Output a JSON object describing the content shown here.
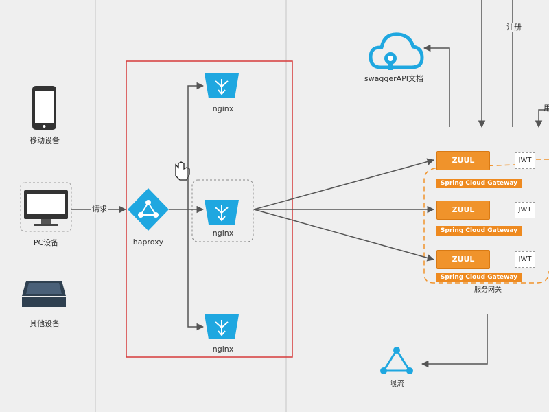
{
  "devices": {
    "mobile_label": "移动设备",
    "pc_label": "PC设备",
    "other_label": "其他设备"
  },
  "edges": {
    "request_label": "请求",
    "register_label": "注册"
  },
  "haproxy": {
    "label": "haproxy"
  },
  "nginx_nodes": [
    {
      "label": "nginx"
    },
    {
      "label": "nginx"
    },
    {
      "label": "nginx"
    }
  ],
  "gateways": [
    {
      "zuul": "ZUUL",
      "jwt": "JWT",
      "subtitle": "Spring Cloud Gateway"
    },
    {
      "zuul": "ZUUL",
      "jwt": "JWT",
      "subtitle": "Spring Cloud Gateway"
    },
    {
      "zuul": "ZUUL",
      "jwt": "JWT",
      "subtitle": "Spring Cloud Gateway"
    }
  ],
  "gateway_group": {
    "label": "服务网关"
  },
  "swagger": {
    "label": "swaggerAPI文档"
  },
  "rate_limit": {
    "label": "限流"
  },
  "truncated_edge_label": "用",
  "icons": {
    "mobile": "smartphone-icon",
    "pc": "desktop-monitor-icon",
    "other": "scanner-icon",
    "haproxy": "load-balancer-icon",
    "nginx": "nginx-router-icon",
    "swagger": "cloud-icon",
    "rate_limit": "triangle-network-icon",
    "cursor": "hand-cursor-icon"
  },
  "colors": {
    "accent_blue": "#1fa7e0",
    "highlight_red": "#d63a3a",
    "gateway_orange": "#f0932b",
    "line": "#555555"
  }
}
